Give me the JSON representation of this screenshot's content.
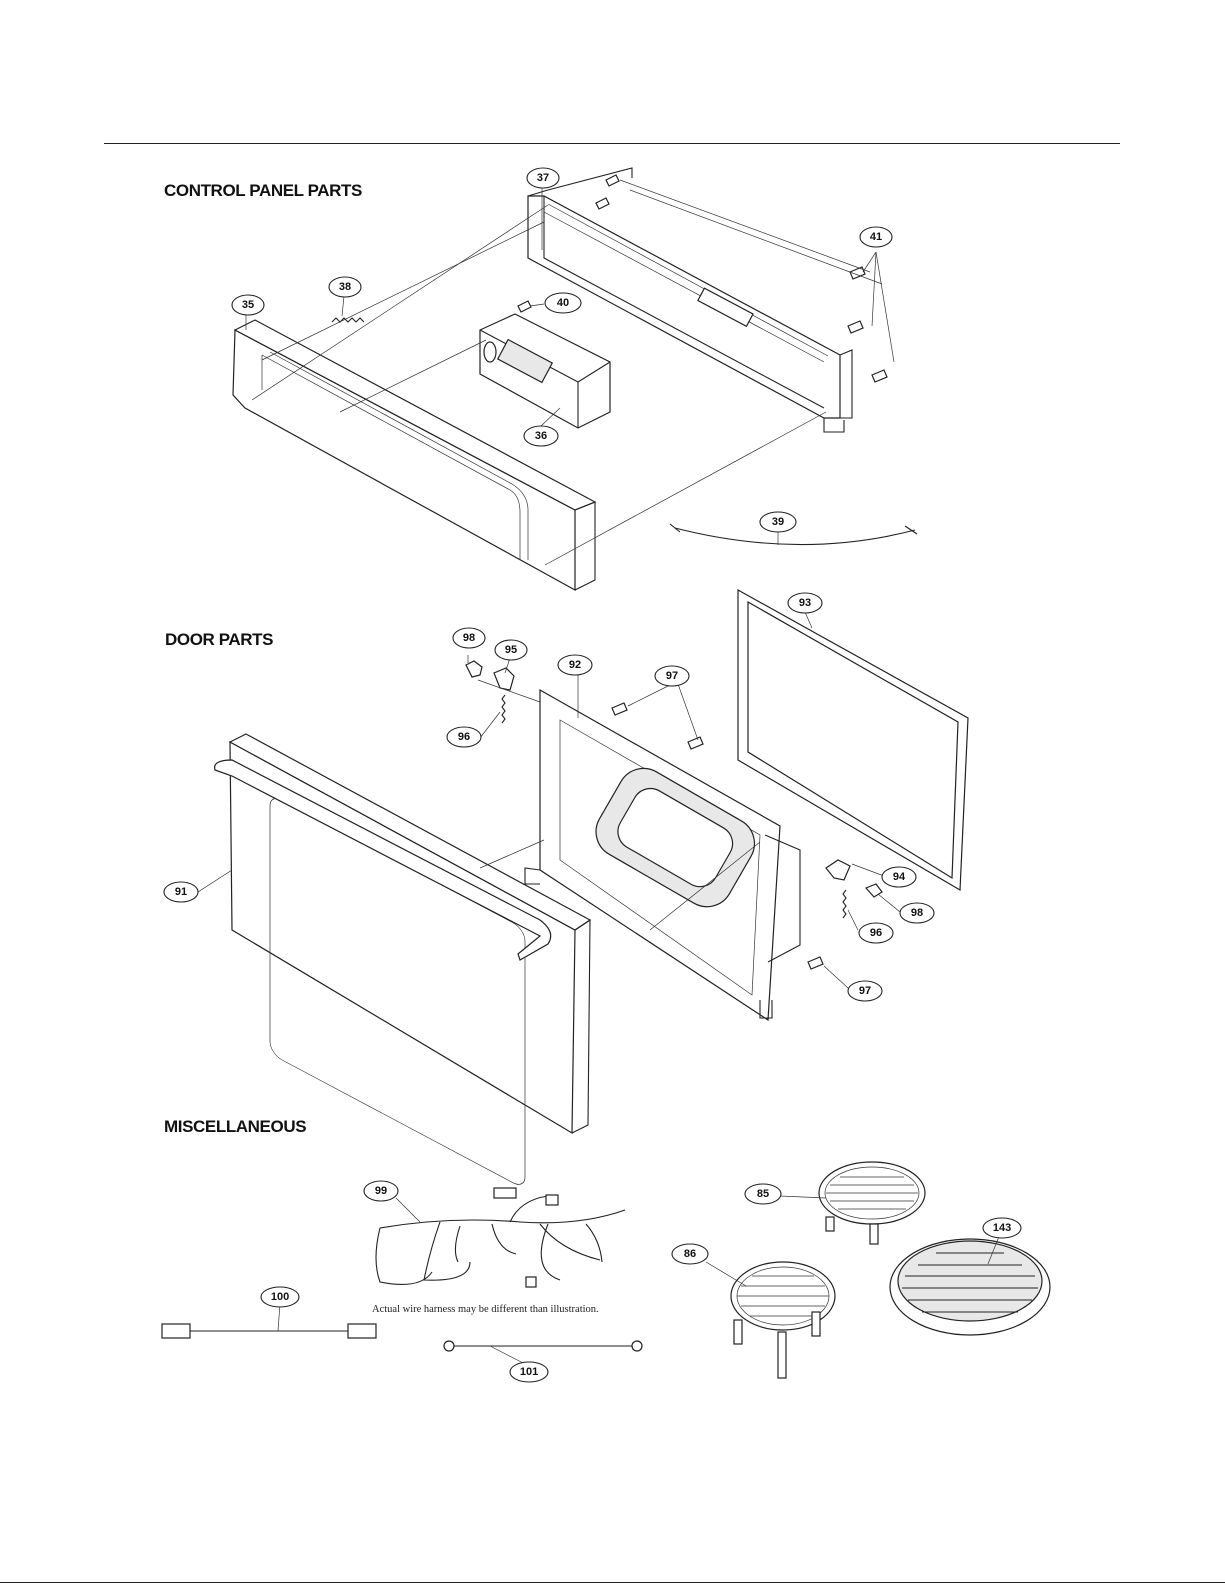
{
  "sections": {
    "control_panel": "CONTROL PANEL PARTS",
    "door": "DOOR PARTS",
    "misc": "MISCELLANEOUS"
  },
  "note": "Actual wire harness may be different than illustration.",
  "callouts": {
    "c37": "37",
    "c41": "41",
    "c38": "38",
    "c35": "35",
    "c40": "40",
    "c36": "36",
    "c39": "39",
    "c93": "93",
    "c98a": "98",
    "c95": "95",
    "c92": "92",
    "c97a": "97",
    "c96a": "96",
    "c91": "91",
    "c94": "94",
    "c98b": "98",
    "c96b": "96",
    "c97b": "97",
    "c99": "99",
    "c85": "85",
    "c143": "143",
    "c86": "86",
    "c100": "100",
    "c101": "101"
  }
}
